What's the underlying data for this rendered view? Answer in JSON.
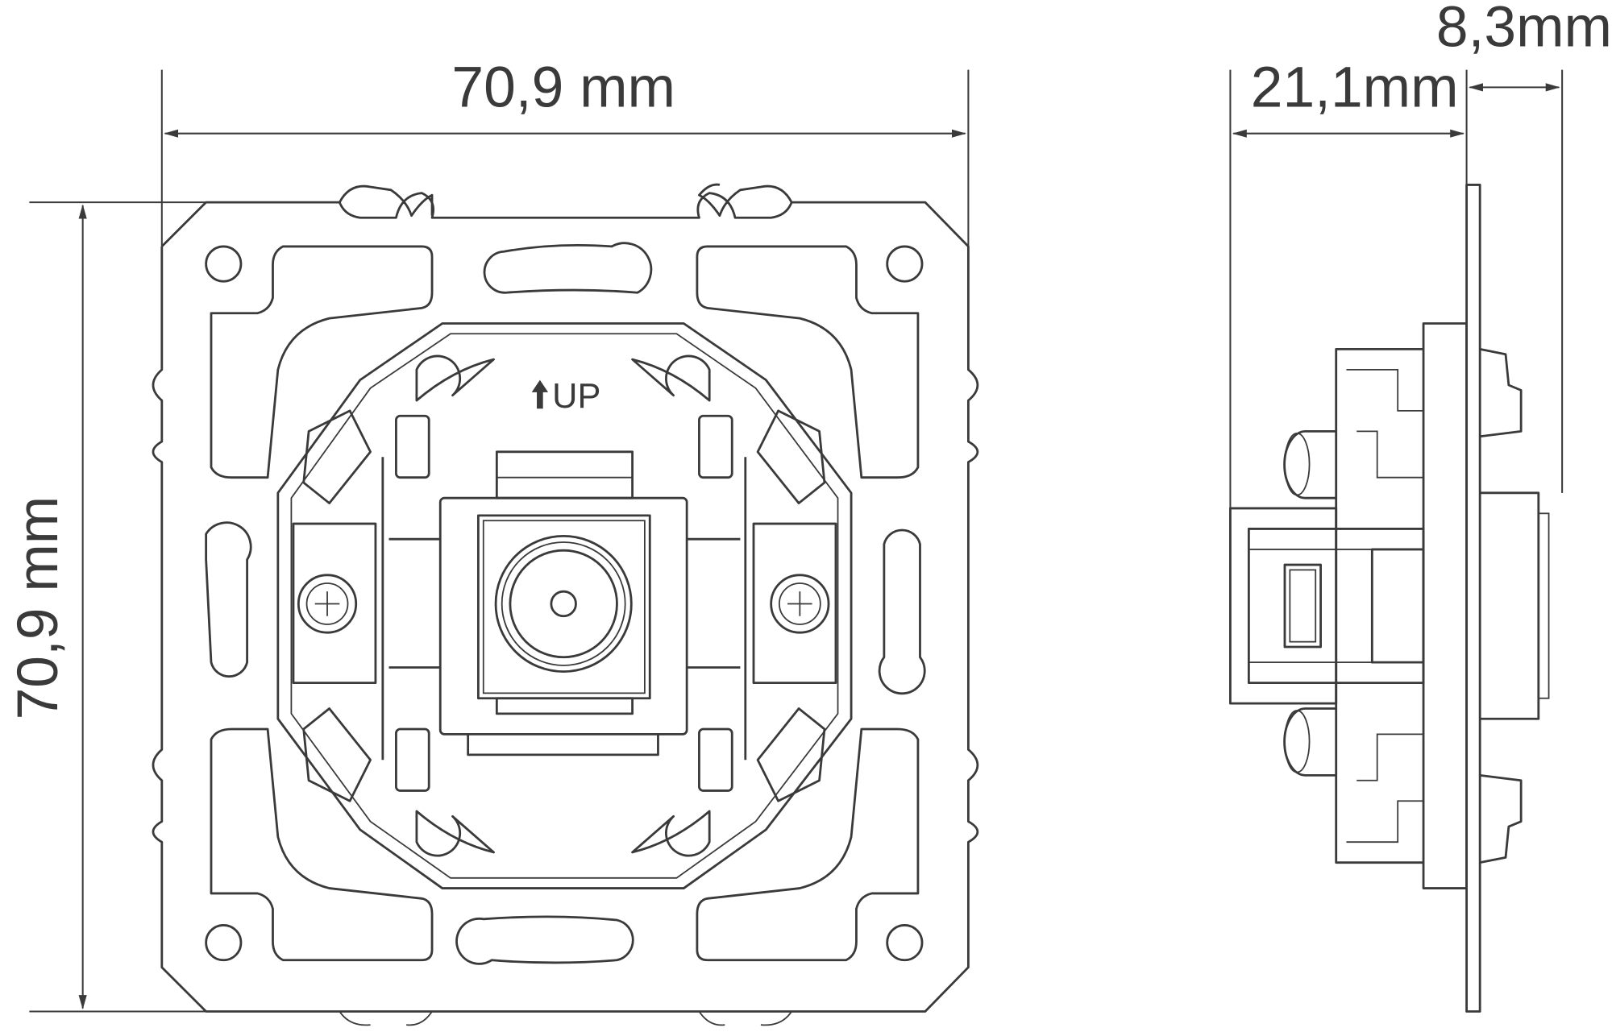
{
  "front_view": {
    "width_label": "70,9 mm",
    "height_label": "70,9 mm",
    "orientation_label": "UP"
  },
  "side_view": {
    "depth_label": "21,1mm",
    "front_depth_label": "8,3mm"
  },
  "colors": {
    "line": "#3a3a3a",
    "background": "#ffffff"
  }
}
